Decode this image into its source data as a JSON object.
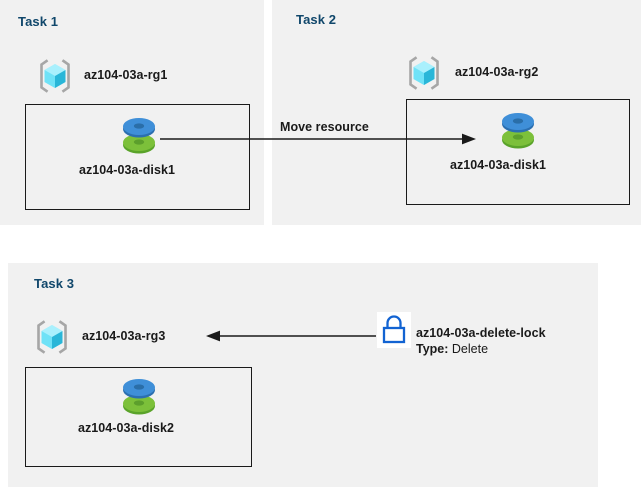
{
  "diagram": {
    "background_color": "#ffffff",
    "panel_color": "#f1f1f1",
    "title_color": "#10476b",
    "accent_blue": "#0078d4",
    "disk_blue": "#3c8fd9",
    "disk_green": "#74bb2f",
    "cube_cyan": "#7ae8fb",
    "cube_teal": "#2ab6d9",
    "bracket_gray": "#a6a6a6"
  },
  "panels": [
    {
      "id": "task1",
      "title": "Task 1"
    },
    {
      "id": "task2",
      "title": "Task 2"
    },
    {
      "id": "task3",
      "title": "Task 3"
    }
  ],
  "task1": {
    "resource_group": {
      "icon": "resource-group-cube-icon",
      "label": "az104-03a-rg1"
    },
    "resource": {
      "icon": "disk-icon",
      "label": "az104-03a-disk1"
    }
  },
  "task2": {
    "resource_group": {
      "icon": "resource-group-cube-icon",
      "label": "az104-03a-rg2"
    },
    "resource": {
      "icon": "disk-icon",
      "label": "az104-03a-disk1"
    }
  },
  "task3": {
    "resource_group": {
      "icon": "resource-group-cube-icon",
      "label": "az104-03a-rg3"
    },
    "resource": {
      "icon": "disk-icon",
      "label": "az104-03a-disk2"
    },
    "lock": {
      "icon": "padlock-icon",
      "label": "az104-03a-delete-lock",
      "type_key": "Type:",
      "type_value": "Delete"
    }
  },
  "arrows": [
    {
      "id": "move-resource-arrow",
      "label": "Move resource",
      "direction": "right",
      "from": "task1-disk",
      "to": "task2-resource-group-box"
    },
    {
      "id": "lock-apply-arrow",
      "label": "",
      "direction": "left",
      "from": "delete-lock",
      "to": "task3-resource-group"
    }
  ]
}
